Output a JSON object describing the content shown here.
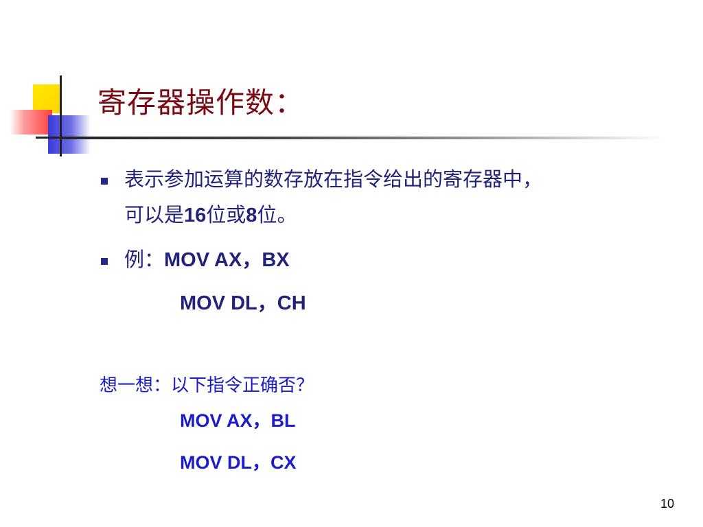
{
  "slide": {
    "title": "寄存器操作数：",
    "bullets": [
      {
        "line1": "表示参加运算的数存放在指令给出的寄存器中，",
        "line2_parts": [
          "可以是",
          "16",
          "位或",
          "8",
          "位。"
        ]
      },
      {
        "prefix": "例：",
        "code1": "MOV  AX，BX",
        "code2": "MOV  DL，CH"
      }
    ],
    "question": {
      "text": "想一想：以下指令正确否？",
      "code1": "MOV  AX，BL",
      "code2": "MOV  DL，CX"
    },
    "page_number": "10"
  },
  "colors": {
    "title": "#7a0b14",
    "body_text": "#22227a",
    "question_text": "#1c1ccc",
    "bullet": "#24248a",
    "accent_yellow": "#ffd400",
    "accent_red": "#ff4040",
    "accent_blue": "#3a3ad8"
  }
}
